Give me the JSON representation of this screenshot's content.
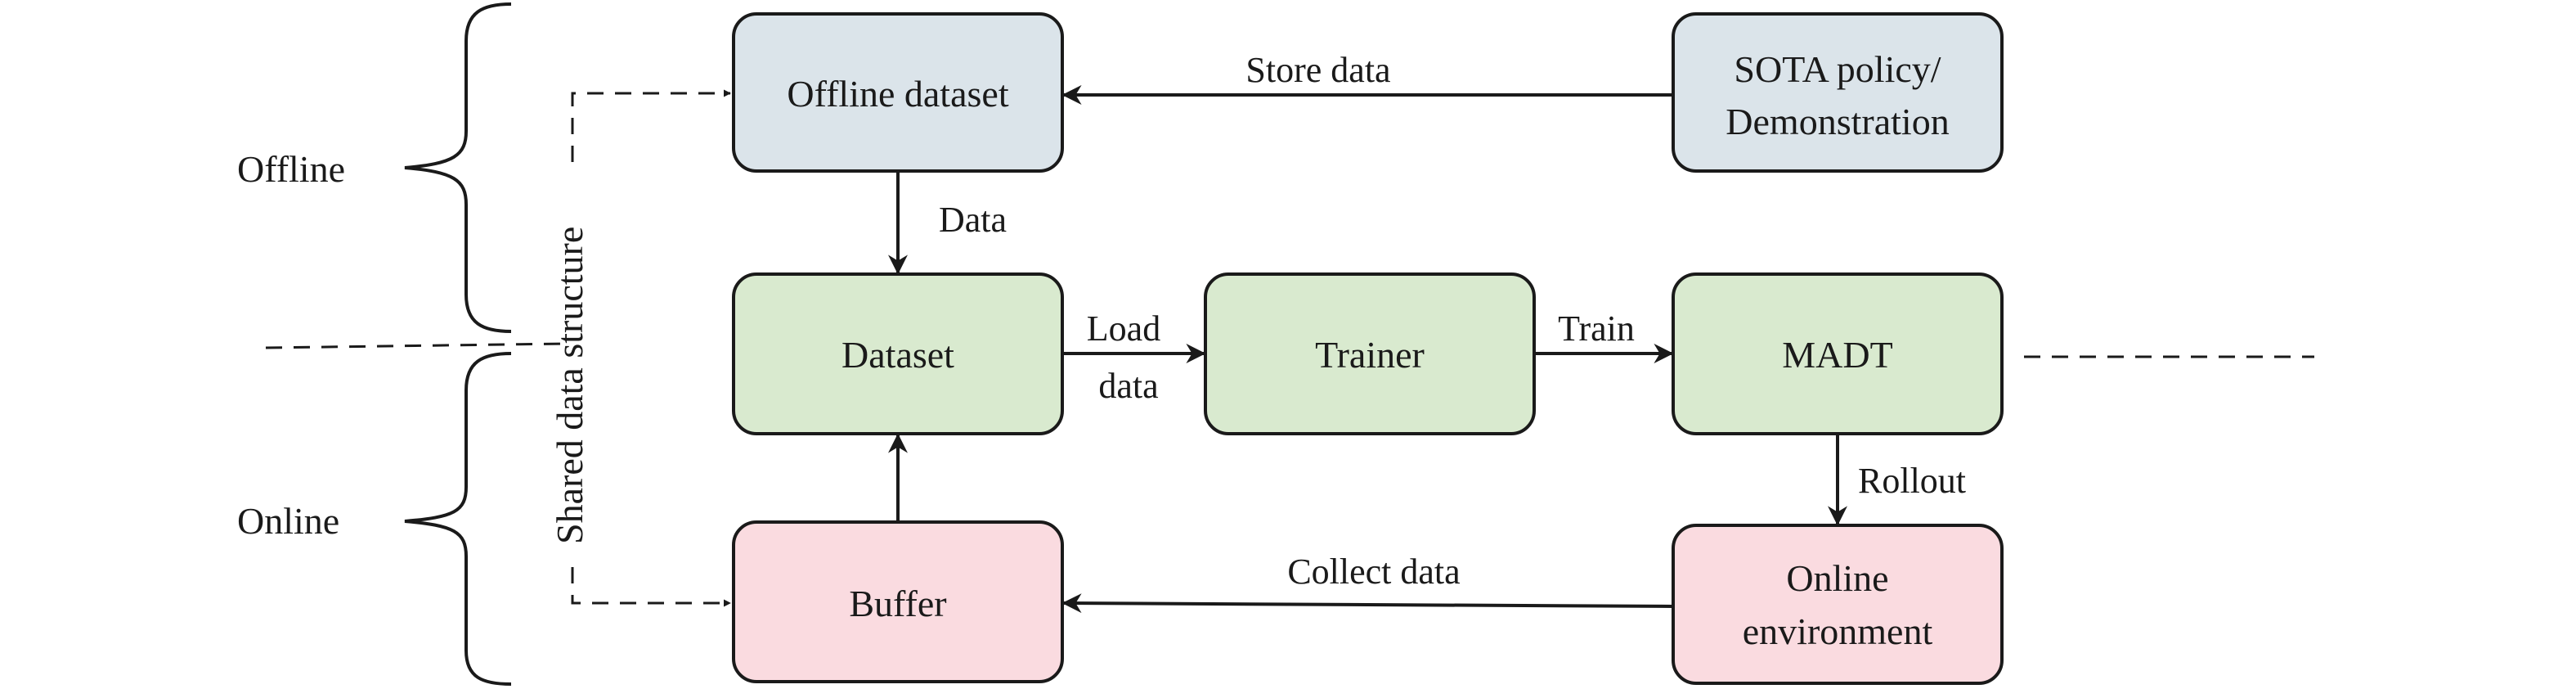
{
  "colors": {
    "offline_box": "#dbe4ea",
    "green_box": "#d9eacf",
    "pink_box": "#fadbe0",
    "stroke": "#1a1a1a"
  },
  "sections": {
    "offline": "Offline",
    "online": "Online",
    "shared": "Shared data structure"
  },
  "nodes": {
    "offline_dataset": "Offline dataset",
    "sota_line1": "SOTA policy/",
    "sota_line2": "Demonstration",
    "dataset": "Dataset",
    "trainer": "Trainer",
    "madt": "MADT",
    "buffer": "Buffer",
    "online_env_line1": "Online",
    "online_env_line2": "environment"
  },
  "edges": {
    "store_data": "Store data",
    "data": "Data",
    "load_line1": "Load",
    "load_line2": "data",
    "train": "Train",
    "rollout": "Rollout",
    "collect_data": "Collect data"
  }
}
